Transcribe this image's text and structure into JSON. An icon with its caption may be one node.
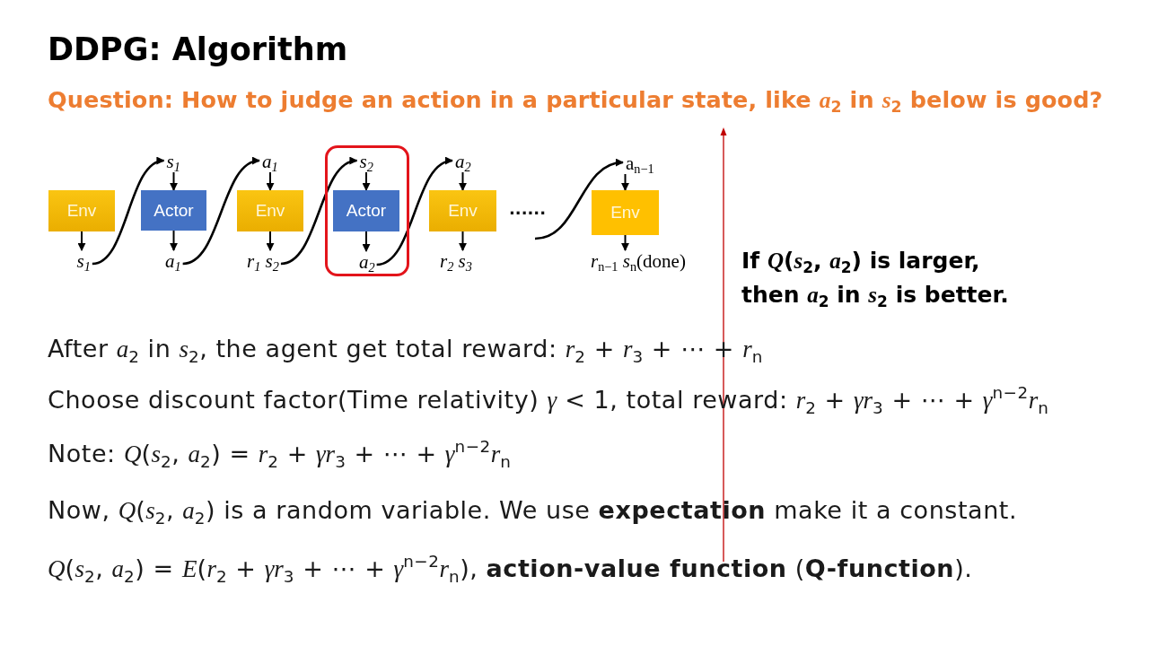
{
  "diagram": {
    "title": "DDPG: Algorithm",
    "nodes": [
      {
        "text": [
          "Env"
        ]
      },
      {
        "text": [
          "s$_{1}$"
        ]
      },
      {
        "text": [
          "s$_{1}$"
        ]
      },
      {
        "text": [
          "Actor"
        ]
      },
      {
        "text": [
          "a$_{1}$"
        ]
      },
      {
        "text": [
          "a$_{1}$"
        ]
      },
      {
        "text": [
          "Env"
        ]
      },
      {
        "text": [
          "r$_{1}$ s$_{2}$"
        ]
      },
      {
        "text": [],
        "shape": "box"
      },
      {
        "text": [
          "s$_{2}$"
        ],
        "in": 8
      },
      {
        "text": [
          "Actor"
        ],
        "in": 8
      },
      {
        "text": [
          "a$_{2}$"
        ],
        "in": 8
      },
      {
        "text": [
          "a$_{2}$"
        ]
      },
      {
        "text": [
          "Env"
        ]
      },
      {
        "text": [
          "r$_{2}$ s$_{3}$"
        ]
      },
      {
        "text": [
          "a$_{n−1}$"
        ]
      },
      {
        "text": [
          "Env"
        ]
      },
      {
        "text": [
          "*r*$_{n−1}$ *s*$_{n}$(done)"
        ]
      }
    ],
    "edges": [
      {
        "from": 0,
        "to": 1,
        "arrow": "to"
      },
      {
        "from": 1,
        "to": 2,
        "arrow": "to"
      },
      {
        "from": 2,
        "to": 3,
        "arrow": "to"
      },
      {
        "from": 3,
        "to": 4,
        "arrow": "to"
      },
      {
        "from": 4,
        "to": 5,
        "arrow": "to"
      },
      {
        "from": 5,
        "to": 6,
        "arrow": "to"
      },
      {
        "from": 6,
        "to": 7,
        "arrow": "to"
      },
      {
        "from": 7,
        "to": 9,
        "arrow": "to"
      },
      {
        "from": 9,
        "to": 10,
        "arrow": "to"
      },
      {
        "from": 10,
        "to": 11,
        "arrow": "to"
      },
      {
        "from": 11,
        "to": 12,
        "arrow": "to"
      },
      {
        "from": 12,
        "to": 13,
        "arrow": "to"
      },
      {
        "from": 13,
        "to": 14,
        "arrow": "to"
      },
      {
        "from": null,
        "to": 15,
        "arrow": "to"
      },
      {
        "from": 15,
        "to": 16,
        "arrow": "to"
      },
      {
        "from": 16,
        "to": 17,
        "arrow": "to"
      }
    ],
    "labels": [
      "Question: How to judge an action in a particular state, like *a*$_{2}$ in *s*$_{2}$ below is good?",
      "......",
      "If *Q*(*s*$_{2}$, *a*$_{2}$) is larger, then *a*$_{2}$ in *s*$_{2}$ is better.",
      "After *a*$_{2}$ in *s*$_{2}$, the agent get total reward: *r*$_{2}$ + *r*$_{3}$ + ⋯ + *r*$_{n}$",
      "Choose discount factor(Time relativity) *γ* < 1, total reward: *r*$_{2}$ + *γr*$_{3}$ + ⋯ + *γ*$^{n−2}$*r*$_{n}$",
      "Note: *Q*(*s*$_{2}$, *a*$_{2}$) = *r*$_{2}$ + *γr*$_{3}$ + ⋯ + *γ*$^{n−2}$*r*$_{n}$",
      "Now, *Q*(*s*$_{2}$, *a*$_{2}$) is a random variable. We use **expectation** make it a constant.",
      "*Q*(*s*$_{2}$, *a*$_{2}$) = *E*(*r*$_{2}$ + *γr*$_{3}$ + ⋯ + *γ*$^{n−2}$*r*$_{n}$), **action-value function** (**Q-function**)."
    ]
  }
}
